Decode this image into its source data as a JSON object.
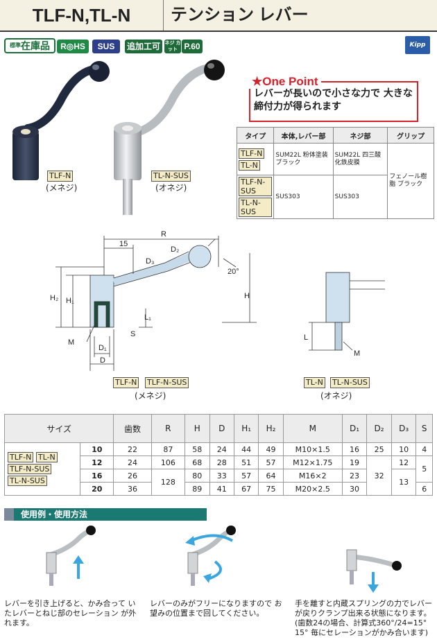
{
  "header": {
    "title_left": "TLF-N,TL-N",
    "title_right": "テンション レバー"
  },
  "badges": {
    "standard_small": "標準",
    "standard": "在庫品",
    "rohs": "R◎HS",
    "sus": "SUS",
    "additional": "追加工可",
    "neji_cut": "ネジ カット",
    "page": "P.60",
    "logo": "Kipp"
  },
  "photos": {
    "left_model": "TLF-N",
    "left_type": "(メネジ)",
    "right_model": "TL-N-SUS",
    "right_type": "(オネジ)"
  },
  "one_point": {
    "title": "★One Point",
    "text": "レバーが長いので小さな力で 大きな締付力が得られます"
  },
  "material_table": {
    "headers": [
      "タイプ",
      "本体,レバー部",
      "ネジ部",
      "グリップ"
    ],
    "rows": [
      {
        "types": [
          "TLF-N",
          "TL-N"
        ],
        "body": "SUM22L 粉体塗装 ブラック",
        "thread": "SUM22L 四三酸化鉄皮膜"
      },
      {
        "types": [
          "TLF-N-SUS",
          "TL-N-SUS"
        ],
        "body": "SUS303",
        "thread": "SUS303"
      }
    ],
    "grip": "フェノール樹脂 ブラック"
  },
  "drawing_labels": {
    "R": "R",
    "d15": "15",
    "D2": "D₂",
    "D3": "D₃",
    "angle": "20°",
    "H": "H",
    "H1": "H₁",
    "H2": "H₂",
    "L1": "L₁",
    "S": "S",
    "M": "M",
    "D1": "D₁",
    "D": "D",
    "L": "L",
    "M2": "M"
  },
  "drawing_captions": {
    "left_tags": [
      "TLF-N",
      "TLF-N-SUS"
    ],
    "left_type": "(メネジ)",
    "right_tags": [
      "TL-N",
      "TL-N-SUS"
    ],
    "right_type": "(オネジ)"
  },
  "size_table": {
    "headers": [
      "サイズ",
      "",
      "歯数",
      "R",
      "H",
      "D",
      "H₁",
      "H₂",
      "M",
      "D₁",
      "D₂",
      "D₃",
      "S"
    ],
    "model_tags": [
      "TLF-N",
      "TL-N",
      "TLF-N-SUS",
      "TL-N-SUS"
    ],
    "rows": [
      {
        "size": "10",
        "teeth": "22",
        "R": "87",
        "H": "58",
        "D": "24",
        "H1": "44",
        "H2": "49",
        "M": "M10×1.5",
        "D1": "16",
        "D2": "25",
        "D3": "10",
        "S": "4"
      },
      {
        "size": "12",
        "teeth": "24",
        "R": "106",
        "H": "68",
        "D": "28",
        "H1": "51",
        "H2": "57",
        "M": "M12×1.75",
        "D1": "19",
        "D3": "12"
      },
      {
        "size": "16",
        "teeth": "26",
        "H": "80",
        "D": "33",
        "H1": "57",
        "H2": "64",
        "M": "M16×2",
        "D1": "23"
      },
      {
        "size": "20",
        "teeth": "36",
        "H": "89",
        "D": "41",
        "H1": "67",
        "H2": "75",
        "M": "M20×2.5",
        "D1": "30",
        "S": "6"
      }
    ],
    "merged": {
      "R_16_20": "128",
      "D2_12_20": "32",
      "D3_16_20": "13",
      "S_12_16": "5"
    }
  },
  "usage": {
    "title": "使用例・使用方法",
    "steps": [
      "レバーを引き上げると、かみ合って いたレバーとねじ部のセレーション が外れます。",
      "レバーのみがフリーになりますので お望みの位置まで回してください。",
      "手を離すと内蔵スプリングの力でレバー が戻りクランプ出来る状態になります。 (歯数24の場合、計算式360°/24=15° 15° 毎にセレーションがかみ合います)"
    ]
  }
}
